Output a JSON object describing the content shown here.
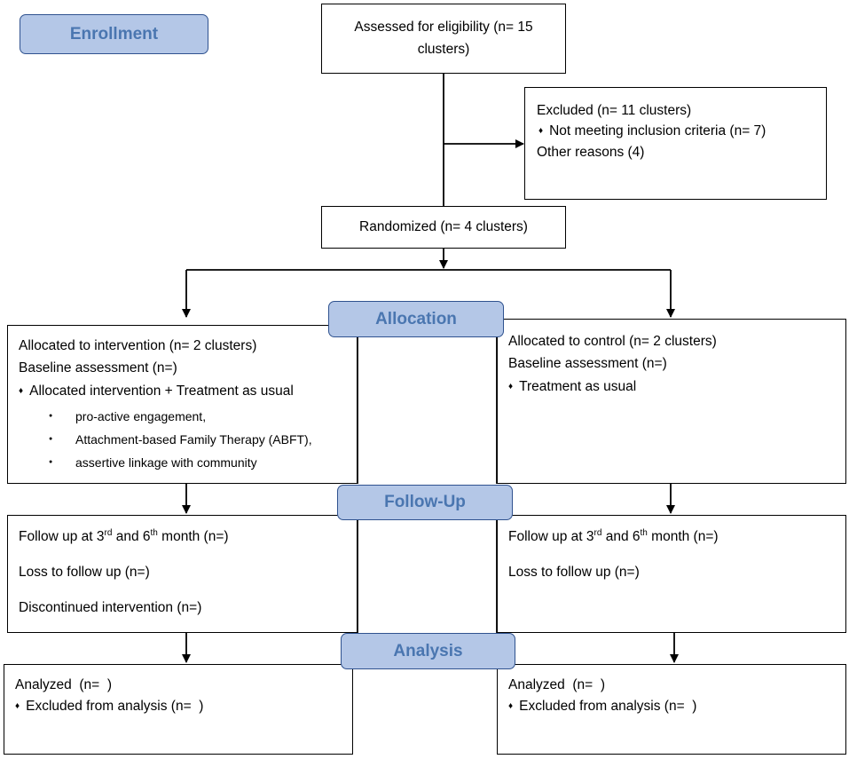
{
  "stages": {
    "enrollment": "Enrollment",
    "allocation": "Allocation",
    "followup": "Follow-Up",
    "analysis": "Analysis"
  },
  "assessed": "Assessed for eligibility (n= 15 clusters)",
  "excluded": {
    "title": "Excluded (n= 11 clusters)",
    "reason1": "Not meeting inclusion criteria (n= 7)",
    "reason2": "Other reasons (4)"
  },
  "randomized": "Randomized (n= 4 clusters)",
  "intervention": {
    "allocated": "Allocated to intervention (n= 2 clusters)",
    "baseline": "Baseline assessment (n=)",
    "arm": "Allocated intervention + Treatment as usual",
    "components": [
      "pro-active engagement,",
      "Attachment-based Family Therapy (ABFT),",
      "assertive linkage with community"
    ],
    "followup_pre": "Follow up at 3",
    "followup_sup1": "rd",
    "followup_mid": " and 6",
    "followup_sup2": "th",
    "followup_post": " month (n=)",
    "loss": "Loss to follow up (n=)",
    "discontinued": "Discontinued intervention (n=)",
    "analyzed": "Analyzed  (n=  )",
    "excluded_analysis": "Excluded from analysis (n=  )"
  },
  "control": {
    "allocated": "Allocated to control (n= 2 clusters)",
    "baseline": "Baseline assessment (n=)",
    "arm": "Treatment as usual",
    "followup_pre": "Follow up at 3",
    "followup_sup1": "rd",
    "followup_mid": " and 6",
    "followup_sup2": "th",
    "followup_post": " month (n=)",
    "loss": "Loss to follow up (n=)",
    "analyzed": "Analyzed  (n=  )",
    "excluded_analysis": "Excluded from analysis (n=  )"
  }
}
